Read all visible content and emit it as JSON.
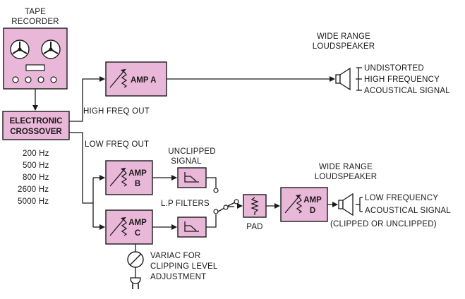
{
  "colors": {
    "block_fill": "#e9b7d8",
    "ink": "#1a1a1a"
  },
  "tape_recorder": {
    "line1": "TAPE",
    "line2": "RECORDER"
  },
  "crossover": {
    "line1": "ELECTRONIC",
    "line2": "CROSSOVER"
  },
  "frequencies": [
    "200 Hz",
    "500 Hz",
    "800 Hz",
    "2600 Hz",
    "5000 Hz"
  ],
  "amp_a": {
    "label": "AMP A"
  },
  "amp_b": {
    "line1": "AMP",
    "line2": "B"
  },
  "amp_c": {
    "line1": "AMP",
    "line2": "C"
  },
  "amp_d": {
    "line1": "AMP",
    "line2": "D"
  },
  "high_freq_out": "HIGH FREQ OUT",
  "low_freq_out": "LOW FREQ OUT",
  "unclipped_signal": {
    "line1": "UNCLIPPED",
    "line2": "SIGNAL"
  },
  "lp_filters": "L.P FILTERS",
  "pad": "PAD",
  "variac": {
    "line1": "VARIAC FOR",
    "line2": "CLIPPING LEVEL",
    "line3": "ADJUSTMENT"
  },
  "speaker_top": {
    "title1": "WIDE RANGE",
    "title2": "LOUDSPEAKER",
    "desc1": "UNDISTORTED",
    "desc2": "HIGH FREQUENCY",
    "desc3": "ACOUSTICAL SIGNAL"
  },
  "speaker_bottom": {
    "title1": "WIDE RANGE",
    "title2": "LOUDSPEAKER",
    "desc1": "LOW FREQUENCY",
    "desc2": "ACOUSTICAL SIGNAL",
    "desc3": "(CLIPPED OR UNCLIPPED)"
  }
}
